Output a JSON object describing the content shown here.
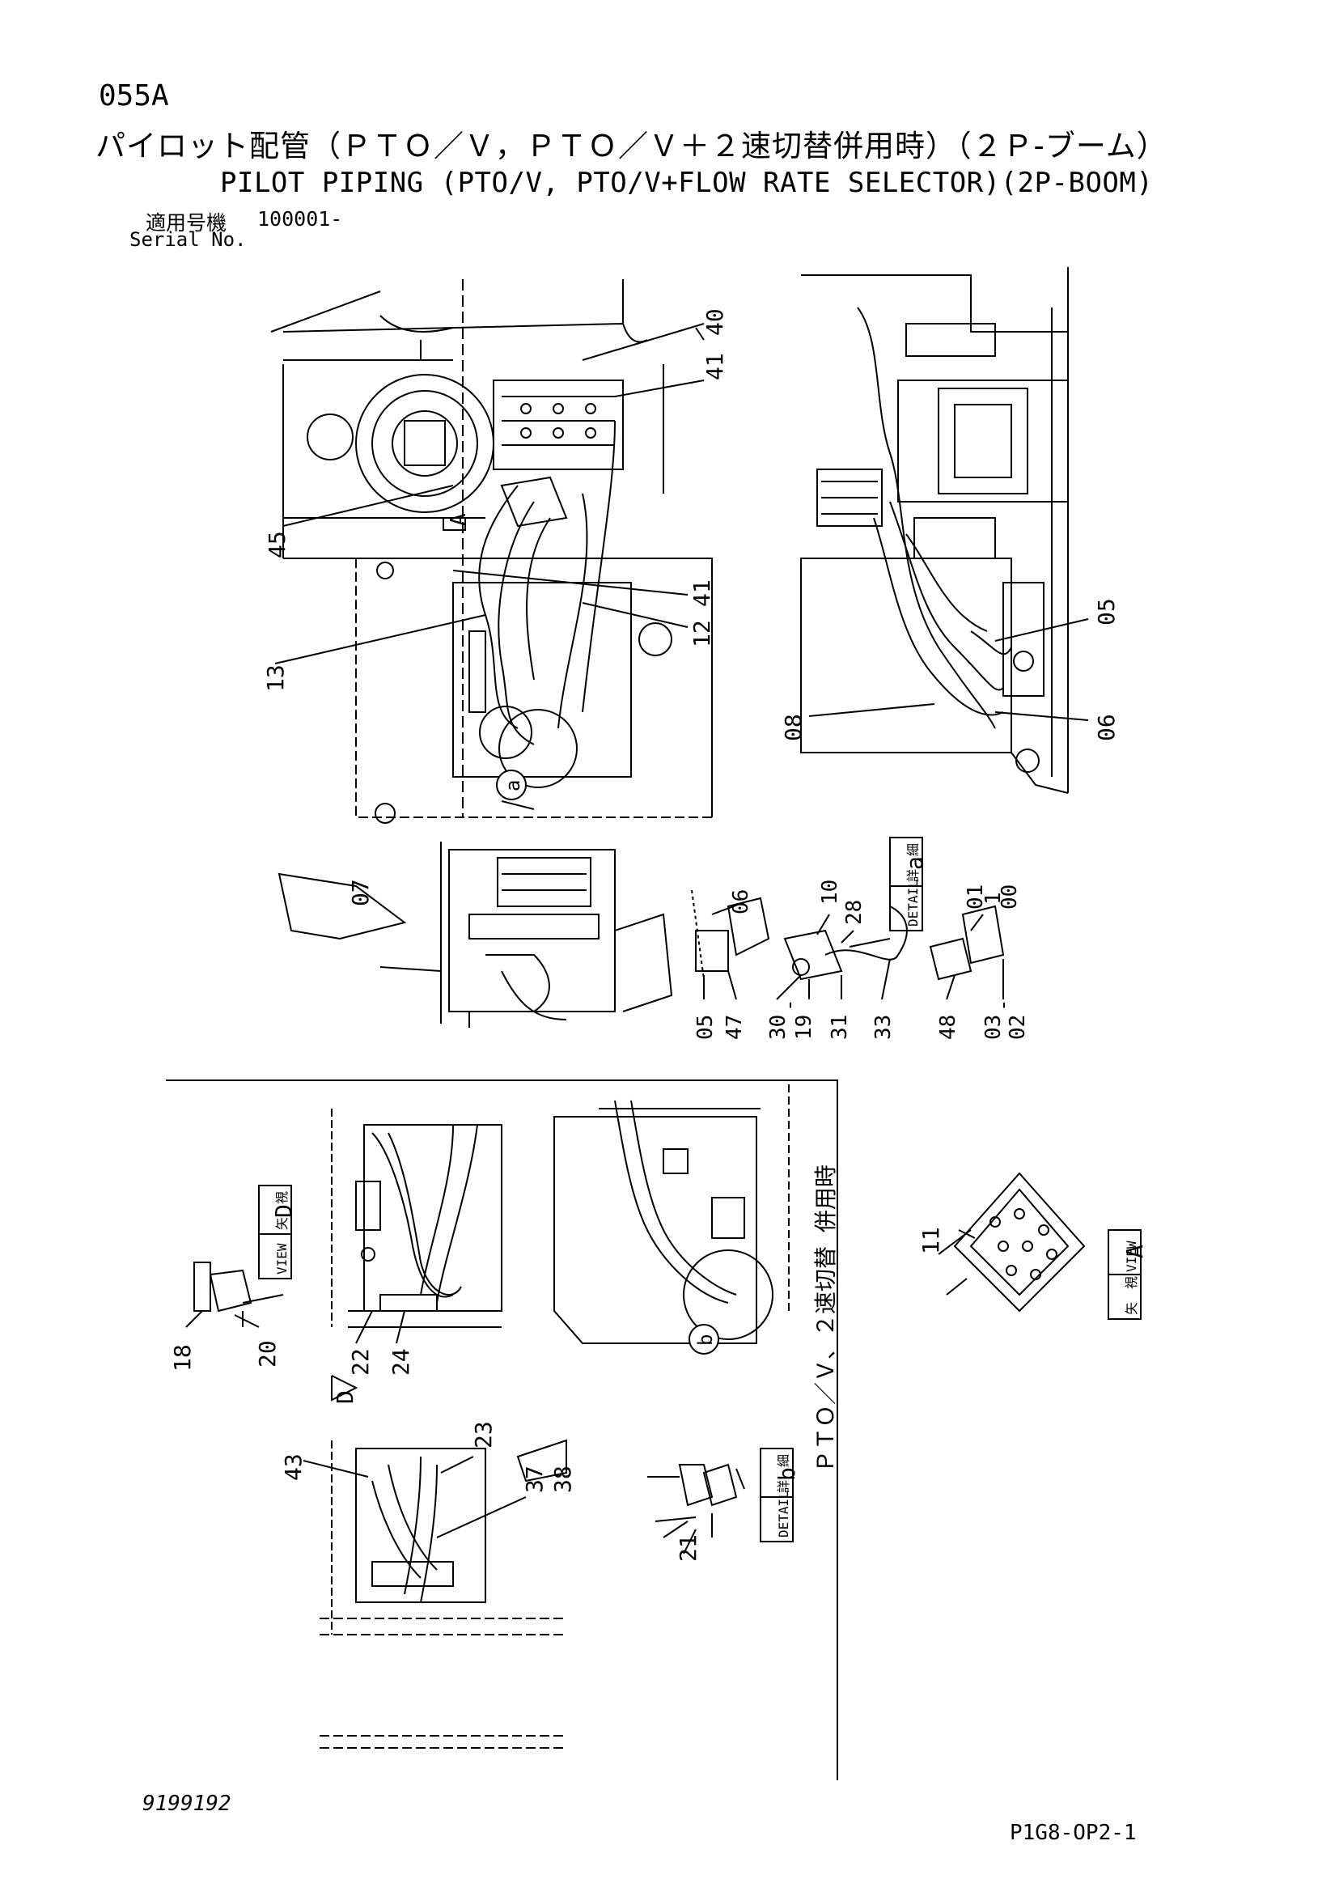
{
  "header": {
    "page_code": "055A",
    "title_jp": "パイロット配管（ＰＴＯ／Ｖ，ＰＴＯ／Ｖ＋２速切替併用時）（２Ｐ-ブーム）",
    "title_en": "PILOT PIPING (PTO/V, PTO/V+FLOW RATE SELECTOR)(2P-BOOM)",
    "serial_label_jp": "適用号機",
    "serial_value": "100001-",
    "serial_label_en": "Serial No."
  },
  "callouts": {
    "top_left": [
      "40",
      "41",
      "45",
      "41",
      "12",
      "13"
    ],
    "top_right": [
      "05",
      "08",
      "06"
    ],
    "middle_left": [
      "07"
    ],
    "detail_a": [
      "06",
      "10",
      "28",
      "01",
      "1",
      "00",
      "05",
      "47",
      "30",
      "-",
      "19",
      "31",
      "33",
      "48",
      "03",
      "-",
      "02"
    ],
    "view_d": [
      "18",
      "20",
      "22",
      "24"
    ],
    "view_a": [
      "11"
    ],
    "bottom_left": [
      "43",
      "23",
      "37",
      "38"
    ],
    "detail_b": [
      "21"
    ]
  },
  "labels": {
    "detail_a_jp": "詳　細",
    "detail_a_en": "DETAIL",
    "detail_a_letter": "a",
    "view_d_jp": "矢　視",
    "view_d_en": "VIEW",
    "view_d_letter": "D",
    "view_a_jp": "矢　視",
    "view_a_en": "VIEW",
    "view_a_letter": "A",
    "detail_b_jp": "詳　細",
    "detail_b_en": "DETAIL",
    "detail_b_letter": "b",
    "circle_a": "a",
    "circle_b": "b",
    "arrow_a": "A",
    "arrow_d": "D",
    "side_note": "ＰＴＯ／Ｖ、２速切替 併用時"
  },
  "footer": {
    "drawing_number": "9199192",
    "page_ref": "P1G8-OP2-1"
  }
}
